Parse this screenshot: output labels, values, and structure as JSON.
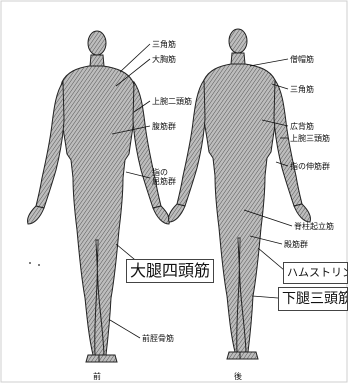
{
  "diagram": {
    "front_labels": {
      "sankakukin": "三角筋",
      "daikyokin": "大胸筋",
      "jowan_nitokin": "上腕二頭筋",
      "fukkingun": "腹筋群",
      "te_kukkingun": "指の\n屈筋群",
      "zenkeibu_kin": "前脛骨筋"
    },
    "back_labels": {
      "sobokin": "僧帽筋",
      "sankakukin": "三角筋",
      "kohaikin": "広背筋",
      "jowan_santokin": "上腕三頭筋",
      "te_shinkingun": "指の伸筋群",
      "sekichu_kiritsukin": "脊柱起立筋",
      "dendakin": "殿筋群"
    },
    "highlight_labels": {
      "quadriceps": "大腿四頭筋",
      "hamstrings": "ハムストリング",
      "triceps_surae": "下腿三頭筋"
    },
    "view_labels": {
      "front": "前",
      "back": "後"
    }
  }
}
